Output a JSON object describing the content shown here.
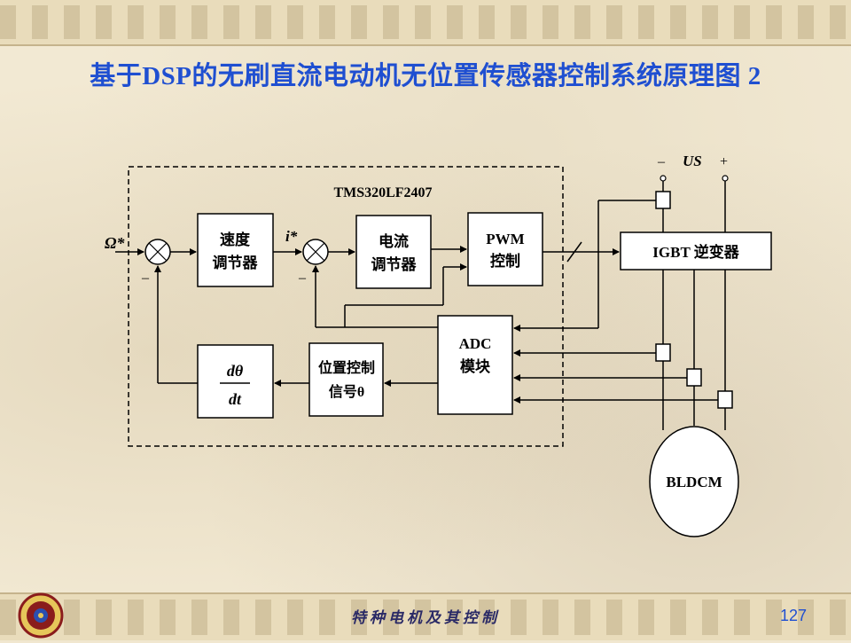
{
  "slide": {
    "title": "基于DSP的无刷直流电动机无位置传感器控制系统原理图 2",
    "footer": "特种电机及其控制",
    "page_number": "127"
  },
  "diagram": {
    "dsp_label": "TMS320LF2407",
    "input_label": "Ω*",
    "current_ref_label": "i*",
    "speed_regulator": [
      "速度",
      "调节器"
    ],
    "current_regulator": [
      "电流",
      "调节器"
    ],
    "pwm_block": [
      "PWM",
      "控制"
    ],
    "igbt_block": "IGBT 逆变器",
    "adc_block": [
      "ADC",
      "模块"
    ],
    "position_block": [
      "位置控制",
      "信号θ"
    ],
    "derivative_num": "dθ",
    "derivative_den": "dt",
    "motor": "BLDCM",
    "supply_label": "US",
    "supply_minus": "–",
    "supply_plus": "+",
    "minus_sign": "–"
  }
}
